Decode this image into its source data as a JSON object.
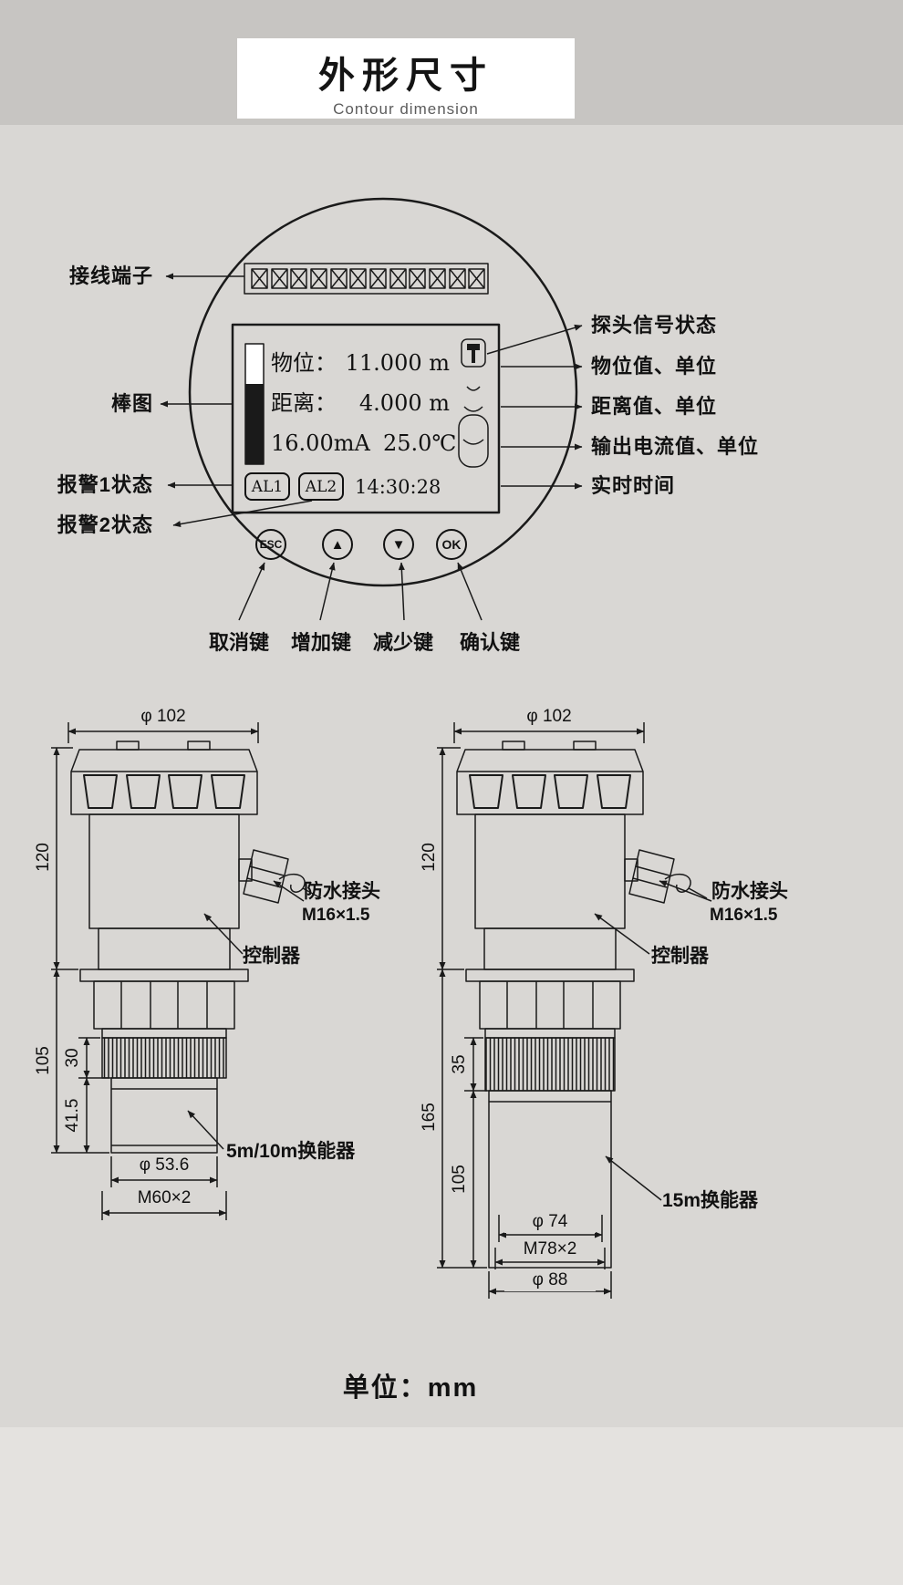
{
  "header": {
    "title": "外形尺寸",
    "subtitle": "Contour dimension"
  },
  "panel": {
    "display": {
      "level_label": "物位：",
      "level_value": "11.000 m",
      "distance_label": "距离：",
      "distance_value": "4.000 m",
      "current_value": "16.00mA",
      "temperature_value": "25.0℃",
      "alarm1_label": "AL1",
      "alarm2_label": "AL2",
      "time_value": "14:30:28"
    },
    "keys": {
      "esc": "ESC",
      "up": "▲",
      "down": "▼",
      "ok": "OK"
    }
  },
  "callouts": {
    "terminals": "接线端子",
    "bargraph": "棒图",
    "alarm1": "报警1状态",
    "alarm2": "报警2状态",
    "probe_signal": "探头信号状态",
    "level": "物位值、单位",
    "distance": "距离值、单位",
    "current": "输出电流值、单位",
    "time": "实时时间",
    "cancel": "取消键",
    "increase": "增加键",
    "decrease": "减少键",
    "confirm": "确认键"
  },
  "left_drawing": {
    "dim_top_dia": "φ 102",
    "dim_height_upper": "120",
    "dim_height_lower": "105",
    "dim_thread_h": "30",
    "dim_transducer_h": "41.5",
    "dim_transducer_dia": "φ 53.6",
    "dim_thread": "M60×2",
    "label_gland": "防水接头",
    "label_gland_spec": "M16×1.5",
    "label_controller": "控制器",
    "label_transducer": "5m/10m换能器"
  },
  "right_drawing": {
    "dim_top_dia": "φ 102",
    "dim_height_upper": "120",
    "dim_height_lower": "165",
    "dim_thread_h": "35",
    "dim_transducer_h": "105",
    "dim_inner_dia": "φ 74",
    "dim_thread": "M78×2",
    "dim_outer_dia": "φ 88",
    "label_gland": "防水接头",
    "label_gland_spec": "M16×1.5",
    "label_controller": "控制器",
    "label_transducer": "15m换能器"
  },
  "footer": {
    "unit_note": "单位：mm"
  }
}
